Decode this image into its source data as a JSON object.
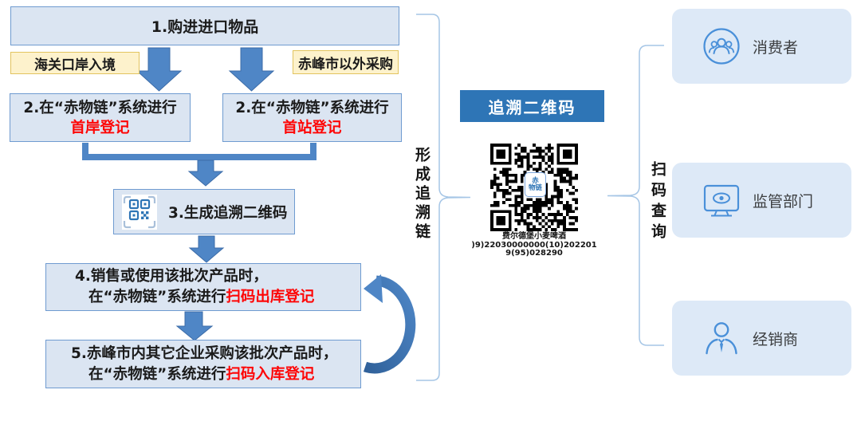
{
  "flow": {
    "step1": "1.购进进口物品",
    "customs_label": "海关口岸入境",
    "outside_label": "赤峰市以外采购",
    "step2a": {
      "line1": "2.在“赤物链”系统进行",
      "line2": "首岸登记"
    },
    "step2b": {
      "line1": "2.在“赤物链”系统进行",
      "line2": "首站登记"
    },
    "step3": "3.生成追溯二维码",
    "step4": {
      "line1": "4.销售或使用该批次产品时，",
      "line2_black": "在“赤物链”系统进行",
      "line2_red": "扫码出库登记"
    },
    "step5": {
      "line1": "5.赤峰市内其它企业采购该批次产品时，",
      "line2_black": "在“赤物链”系统进行",
      "line2_red": "扫码入库登记"
    }
  },
  "middle": {
    "chain_label": "形成追溯链",
    "qr_header": "追溯二维码",
    "qr_logo_line1": "赤",
    "qr_logo_line2": "物链",
    "qr_caption": {
      "line1": "费尔德堡小麦啤酒",
      "line2": ")9)22030000000(10)202201",
      "line3": "9(95)028290"
    },
    "scan_label": "扫码查询"
  },
  "right": {
    "items": [
      {
        "label": "消费者"
      },
      {
        "label": "监管部门"
      },
      {
        "label": "经销商"
      }
    ]
  },
  "colors": {
    "box_fill": "#dbe5f2",
    "box_border": "#6f9bd0",
    "yellow_fill": "#fdf2cc",
    "yellow_border": "#e2c45f",
    "arrow_blue": "#4f86c6",
    "header_blue": "#2e75b6",
    "red_text": "#fe0505",
    "right_box_fill": "#dde9f7",
    "icon_blue": "#4a90d9",
    "brace_blue": "#a6c6e6"
  }
}
